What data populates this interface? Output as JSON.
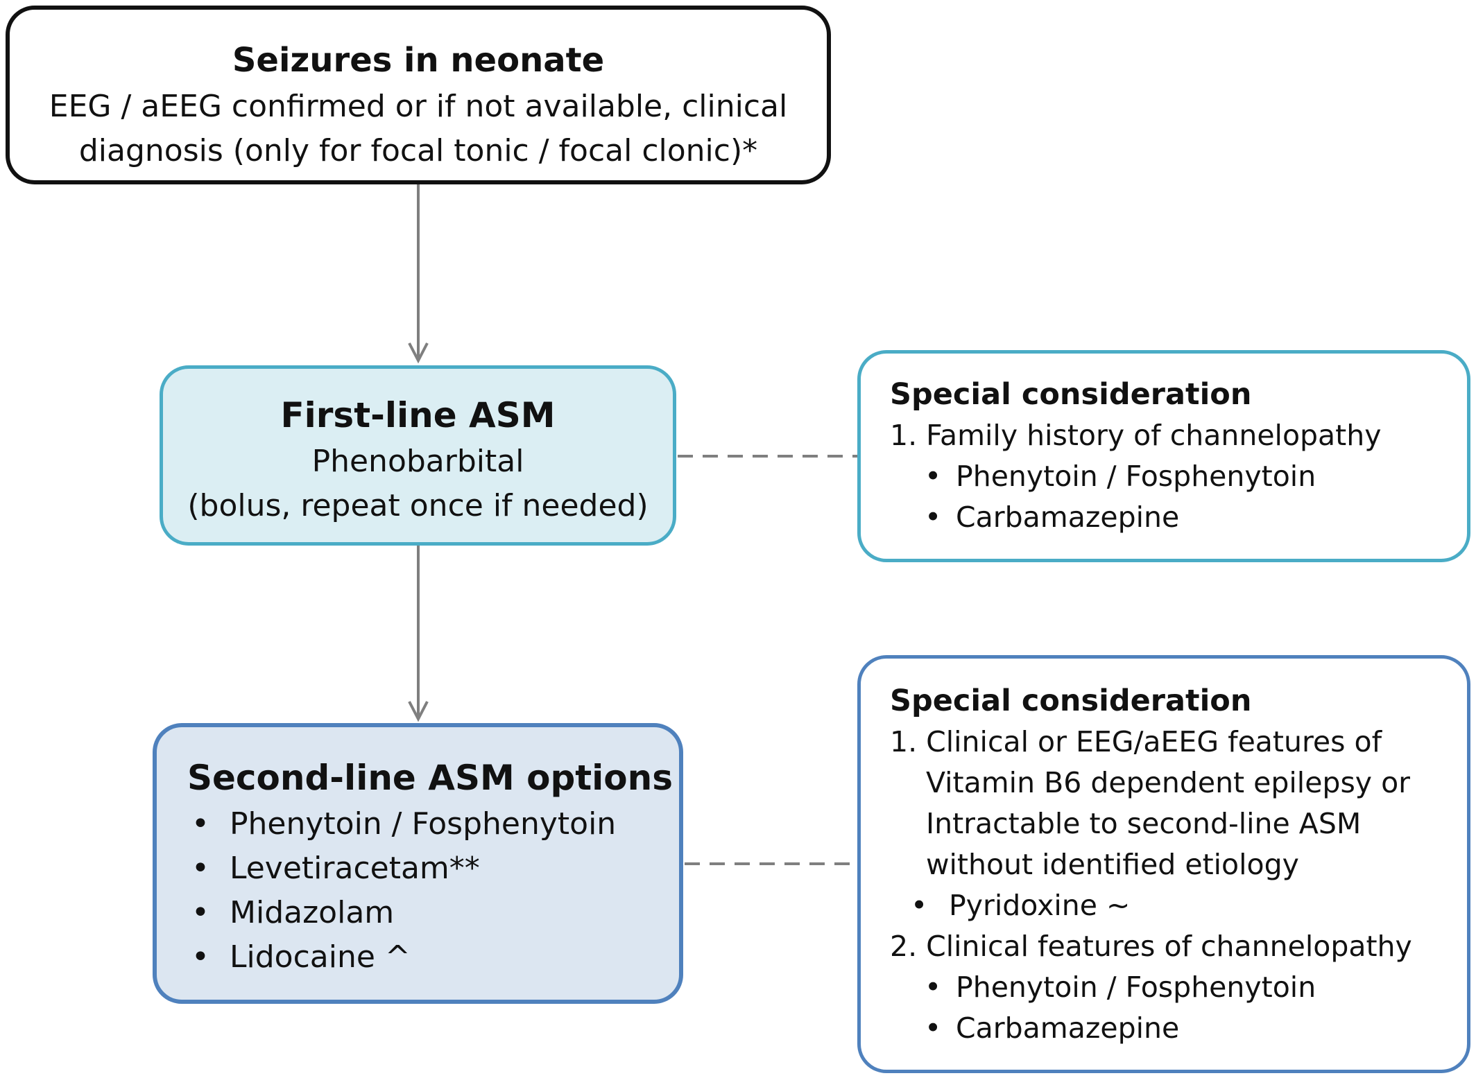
{
  "top": {
    "title": "Seizures in neonate",
    "line1": "EEG / aEEG confirmed or if not available, clinical",
    "line2": "diagnosis (only for focal tonic / focal clonic)*"
  },
  "first_line": {
    "title": "First-line ASM",
    "drug": "Phenobarbital",
    "note": "(bolus, repeat once if needed)"
  },
  "second_line": {
    "title": "Second-line ASM options",
    "items": [
      "Phenytoin / Fosphenytoin",
      "Levetiracetam**",
      "Midazolam",
      "Lidocaine ^"
    ]
  },
  "special_1": {
    "title": "Special consideration",
    "item1": "1. Family history of channelopathy",
    "bullets": [
      "Phenytoin / Fosphenytoin",
      "Carbamazepine"
    ]
  },
  "special_2": {
    "title": "Special consideration",
    "item1_lines": [
      "1. Clinical or EEG/aEEG features of",
      "Vitamin B6 dependent epilepsy or",
      "Intractable to second-line ASM",
      "without identified etiology"
    ],
    "item1_bullets": [
      "Pyridoxine ~"
    ],
    "item2": "2. Clinical features of channelopathy",
    "item2_bullets": [
      "Phenytoin / Fosphenytoin",
      "Carbamazepine"
    ]
  },
  "bullet_glyph": "•",
  "colors": {
    "first_border": "#4aacc6",
    "first_fill": "#dbeef3",
    "second_border": "#4f81bd",
    "second_fill": "#dce6f1",
    "connector": "#7f7f7f"
  }
}
